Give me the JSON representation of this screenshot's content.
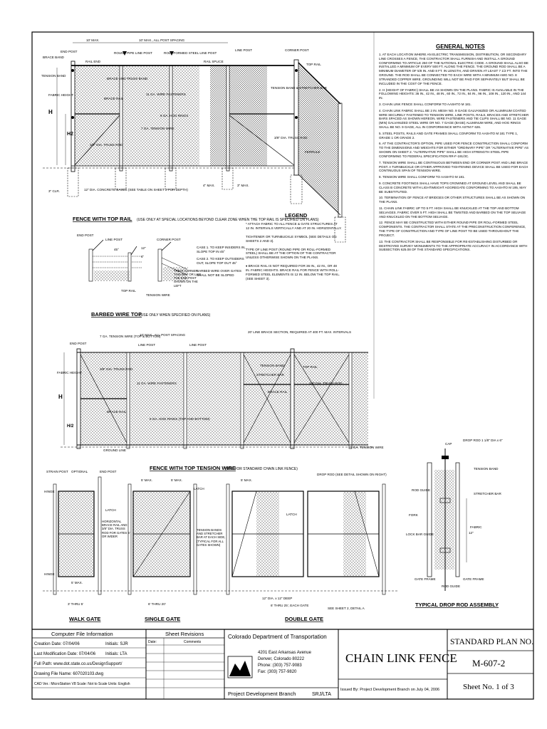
{
  "drawings": {
    "fence_top_rail": {
      "title": "FENCE WITH TOP RAIL",
      "subtitle": "(USE ONLY AT SPECIAL LOCATIONS BEYOND CLEAR ZONE WHEN THE TOP RAIL IS SPECIFIED ON PLANS)",
      "labels": {
        "end_post": "END POST",
        "ten_max": "10' MAX.",
        "spacing": "10' MAX., ALL POST SPACING",
        "round_pipe": "ROUND PIPE LINE POST",
        "roll_formed": "ROLL-FORMED STEEL LINE POST",
        "line_post": "LINE POST",
        "corner_post": "CORNER POST",
        "brace_band": "BRACE BAND",
        "rail_end": "RAIL END",
        "rail_splice": "RAIL SPLICE",
        "top_rail": "TOP RAIL",
        "tension_band": "TENSION BAND",
        "brace_truss": "BRACE AND TRUSS BAND",
        "brace_rail": "BRACE RAIL",
        "wire_fasteners": "11 GA. WIRE FASTENERS",
        "hog_rings": "9 GA. HOG RINGS",
        "tension_wire": "7 GA. TENSION WIRE",
        "truss_rod": "3/8\" DIA. TRUSS ROD",
        "fabric_height": "FABRIC HEIGHT",
        "h": "H",
        "h2": "H2",
        "tension_stretcher": "TENSION BAND & STRETCHER BAR",
        "truss_rod2": "3/8\" DIA. TRUSS ROD",
        "ferrule": "FERRULE",
        "concrete_bases": "12\" DIA. CONCRETE BASES (SEE TABLE ON SHEET 2 FOR DEPTH)",
        "clr": "3\" CLR.",
        "four_max": "4\" MAX.",
        "three_max": "3\" MAX."
      }
    },
    "barbed_wire_top": {
      "title": "BARBED WIRE TOP",
      "subtitle": "(USE ONLY WHEN SPECIFIED ON PLANS)",
      "labels": {
        "end_post": "END POST",
        "line_post": "LINE POST",
        "corner_post": "CORNER POST",
        "deg45": "45°",
        "top_rail": "TOP RAIL",
        "tension_wire": "TENSION WIRE",
        "treat": "TREAT CORNER THIS WAY OR LIKE THE END POST SHOWN ON THE LEFT",
        "case1": "CASE 1. TO KEEP INSIDERS IN, SLOPE TOP IN 45°",
        "case2": "CASE 2. TO KEEP OUTSIDERS OUT, SLOPE TOP OUT 45°",
        "gates": "BARBED WIRE OVER GATES SHALL NOT BE SLOPED",
        "twelve": "12\"",
        "four": "4\""
      }
    },
    "legend": {
      "title": "LEGEND",
      "items": [
        "* ATTACH FABRIC TO ALL FENCE & GATE STRUCTURES AT 12 IN. INTERVALS VERTICALLY AND AT 20 IN. HORIZONTALLY.",
        "TIGHTENER OR TURNBUCKLE SYMBOL (SEE DETAILS ON SHEETS 2 AND 3).",
        "TYPE OF LINE POST (ROUND PIPE OR ROLL-FORMED STEEL) SHALL BE AT THE OPTION OF THE CONTRACTOR UNLESS OTHERWISE SHOWN ON THE PLANS.",
        "♦ BRACE RAIL IS NOT REQUIRED FOR 36 IN., 42 IN., OR 48 IN. FABRIC HEIGHTS. BRACE RAIL FOR FENCE WITH ROLL-FORMED STEEL ELEMENTS IS 12 IN. BELOW THE TOP RAIL. (SEE SHEET 3)."
      ]
    },
    "fence_top_tension": {
      "title": "FENCE WITH TOP TENSION WIRE",
      "subtitle": "(USE FOR STANDARD CHAIN LINK FENCE)",
      "labels": {
        "end_post": "END POST",
        "tension_wire": "7 GA. TENSION WIRE (TOP & BOTTOM)",
        "spacing": "10' MAX., ALL POST SPACING",
        "line_post": "LINE POST",
        "line_brace": "20' LINE BRACE SECTION, REQUIRED AT 400 FT. MAX. INTERVALS",
        "truss_rod": "3/8\" DIA. TRUSS ROD",
        "wire_fasteners": "11 GA. WIRE FASTENERS",
        "brace_rail": "BRACE RAIL",
        "hog_rings": "9 GA. HOG RINGS (TOP AND BOTTOM)",
        "ground_line": "GROUND LINE",
        "tension_band": "TENSION BAND",
        "stretcher_bar": "STRETCHER BAR",
        "top_rail": "TOP RAIL",
        "truss_rod2": "3/8\" DIA. TRUSS ROD",
        "tension_wire2": "7 GA. TENSION WIRE",
        "fabric_height": "FABRIC HEIGHT",
        "h": "H",
        "h2": "H/2"
      }
    },
    "gates": {
      "walk_gate": "WALK GATE",
      "single_gate": "SINGLE GATE",
      "double_gate": "DOUBLE GATE",
      "labels": {
        "strain_post": "STRAIN POST",
        "optional": "OPTIONAL",
        "end_post": "END POST",
        "hinge": "HINGE",
        "latch": "LATCH",
        "horizontal": "HORIZONTAL BRACE RAIL AND 3/8\" DIA. TRUSS ROD FOR GATES 5' OR WIDER",
        "five_max": "5' MAX.",
        "walk_width": "3' THRU 5'",
        "single_width": "6' THRU 20'",
        "double_width": "6' THRU 25', EACH GATE",
        "tension_bands": "TENSION BANDS AND STRETCHER BAR AT EACH SIDE, (TYPICAL FOR ALL GATES SHOWN)",
        "drop_rod": "DROP ROD (SEE DETAIL SHOWN ON RIGHT)",
        "deep": "12\" DIA. x 12\" DEEP",
        "see_sheet": "SEE SHEET 2, DETAIL A"
      }
    },
    "drop_rod": {
      "title": "TYPICAL DROP ROD ASSEMBLY",
      "labels": {
        "cap": "CAP",
        "drop_rod": "DROP ROD 1 1/8\" DIA x 6\"",
        "tension_band": "TENSION BAND",
        "stretcher_bar": "STRETCHER BAR",
        "rod_guide": "ROD GUIDE",
        "fork": "FORK",
        "lock_bar": "LOCK BAR GUIDE",
        "fabric": "FABRIC",
        "gate_frame": "GATE FRAME",
        "twelve": "12\""
      }
    }
  },
  "general_notes": {
    "title": "GENERAL NOTES",
    "items": [
      "1. AT EACH LOCATION WHERE AN ELECTRIC TRANSMISSION, DISTRIBUTION, OR SECONDARY LINE CROSSES A FENCE, THE CONTRACTOR SHALL FURNISH AND INSTALL A GROUND CONFORMING TO ARTICLE 250 OF THE NATIONAL ELECTRIC CODE. A GROUND SHALL ALSO BE INSTALLED A MINIMUM OF EVERY 500 FT. ALONG THE FENCE. THE GROUND ROD SHALL BE A MINIMUM DIAMETER OF 5/8 IN. AND 8 FT. IN LENGTH, AND DRIVEN AT LEAST 7 1/2 FT. INTO THE GROUND. THE ROD SHALL BE CONNECTED TO EACH WIRE WITH A MINIMUM AWG NO. 8 STRANDED COPPER WIRE. GROUNDING WILL NOT BE PAID FOR SEPARATELY BUT SHALL BE INCLUDED IN THE COST OF THE FENCE.",
      "2. H (HEIGHT OF FABRIC) SHALL BE AS SHOWN ON THE PLANS. FABRIC IS AVAILABLE IN THE FOLLOWING HEIGHTS: 36 IN., 42 IN., 48 IN., 60 IN., 72 IN., 84 IN., 96 IN., 108 IN., 120 IN., AND 144 IN.",
      "3. CHAIN LINK FENCE SHALL CONFORM TO AASHTO M 181.",
      "4. CHAIN LINK FABRIC SHALL BE 2 IN. MESH NO. 9 GAGE GALVANIZED OR ALUMINUM COATED WIRE SECURELY FASTENED TO TENSION WIRE, LINE POSTS, RAILS, BRACES AND STRETCHER BARS SPACED AS SHOWN HEREON. WIRE FASTENERS AND TIE CLIPS SHALL BE NO. 11 GAGE (MIN) GALVANIZED STEEL WIRE OR NO. 7 GAGE (BASE) ALUMINUM WIRE, AND HOG RINGS SHALL BE NO. 9 GAGE, ALL IN CONFORMANCE WITH ASTM F 626.",
      "5. STEEL POSTS, RAILS AND GATE FRAMES SHALL CONFORM TO AASHTO M 181 TYPE 1, GRADE 1 OR GRADE 2.",
      "6. AT THE CONTRACTOR'S OPTION, PIPE USED FOR FENCE CONSTRUCTION SHALL CONFORM TO THE DIMENSIONS AND WEIGHTS FOR EITHER \"ORDINARY PIPE\" OR \"ALTERNATIVE PIPE\" AS SHOWN ON SHEET 2. \"ALTERNATIVE PIPE\" SHALL BE HIGH STRENGTH STEEL PIPE CONFORMING TO FEDERAL SPECIFICATION RR-F-191/3C.",
      "7. TENSION WIRE SHALL BE CONTINUOUS BETWEEN END OR CORNER POST AND LINE BRACE POST. A TURNBUCKLE OR OTHER APPROVED TIGHTENING DEVICE SHALL BE USED FOR EACH CONTINUOUS SPAN OF TENSION WIRE.",
      "8. TENSION WIRE SHALL CONFORM TO AASHTO M 181.",
      "9. CONCRETE FOOTINGS SHALL HAVE TOPS CROWNED AT GROUND LEVEL AND SHALL BE CLASS B CONCRETE WITH LIGHTWEIGHT AGGREGATE CONFORMING TO AASHTO M 195, MAY BE SUBSTITUTED.",
      "10. TERMINATION OF FENCE AT BRIDGES OR OTHER STRUCTURES SHALL BE AS SHOWN ON THE PLANS.",
      "11. CHAIN LINK FABRIC UP TO 5 FT. HIGH SHALL BE KNUCKLED AT THE TOP AND BOTTOM SELVAGES. FABRIC OVER 5 FT. HIGH SHALL BE TWISTED AND BARBED ON THE TOP SELVAGE AND KNUCKLED ON THE BOTTOM SELVAGE.",
      "12. FENCE MAY BE CONSTRUCTED WITH EITHER ROUND PIPE OR ROLL-FORMED STEEL COMPONENTS. THE CONTRACTOR SHALL STATE AT THE PRECONSTRUCTION CONFERENCE, THE TYPE OF CONSTRUCTION AND TYPE OF LINE POST TO BE USED THROUGHOUT THE PROJECT.",
      "13. THE CONTRACTOR SHALL BE RESPONSIBLE FOR RE-ESTABLISHING DISTURBED OR DESTROYED SURVEY MONUMENTS TO THE APPROPRIATE ACCURACY IN ACCORDANCE WITH SUBSECTION 625.08 OF THE STANDARD SPECIFICATIONS."
    ]
  },
  "title_block": {
    "file_info_heading": "Computer File Information",
    "creation_date": "Creation Date: 07/04/06",
    "creation_initials": "Initials: SJR",
    "mod_date": "Last Modification Date: 07/04/06",
    "mod_initials": "Initials: LTA",
    "full_path": "Full Path: www.dot.state.co.us/DesignSupport/",
    "drawing_file": "Drawing File Name: 607020103.dwg",
    "cad": "CAD Ver.: MicroStation V8   Scale: Not to Scale   Units: English",
    "revisions_heading": "Sheet Revisions",
    "rev_date": "Date:",
    "rev_comments": "Comments",
    "agency": "Colorado Department of Transportation",
    "address1": "4201 East Arkansas Avenue",
    "address2": "Denver, Colorado 80222",
    "phone": "Phone: (303) 757-9083",
    "fax": "Fax: (303) 757-9820",
    "logo": "DOT",
    "branch": "Project Development Branch",
    "initials": "SRJ/LTA",
    "drawing_title": "CHAIN LINK FENCE",
    "issued": "Issued By: Project Development Branch on July 04, 2006",
    "std_heading": "STANDARD PLAN NO.",
    "plan_no": "M-607-2",
    "sheet": "Sheet No. 1 of 3"
  }
}
